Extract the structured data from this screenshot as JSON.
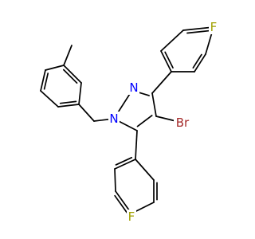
{
  "molecule": {
    "atoms": [
      {
        "id": "N1",
        "symbol": "N",
        "color": "#0000ff"
      },
      {
        "id": "N2",
        "symbol": "N",
        "color": "#0000ff"
      },
      {
        "id": "Br",
        "symbol": "Br",
        "color": "#a52a2a"
      },
      {
        "id": "F_top",
        "symbol": "F",
        "color": "#a0a000"
      },
      {
        "id": "F_bottom",
        "symbol": "F",
        "color": "#a0a000"
      }
    ],
    "bond_color": "#000000"
  }
}
